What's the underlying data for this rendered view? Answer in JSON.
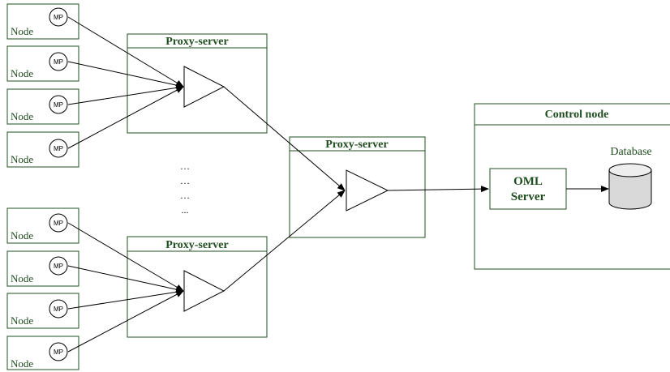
{
  "nodes": [
    {
      "label": "Node",
      "mp": "MP"
    },
    {
      "label": "Node",
      "mp": "MP"
    },
    {
      "label": "Node",
      "mp": "MP"
    },
    {
      "label": "Node",
      "mp": "MP"
    },
    {
      "label": "Node",
      "mp": "MP"
    },
    {
      "label": "Node",
      "mp": "MP"
    },
    {
      "label": "Node",
      "mp": "MP"
    },
    {
      "label": "Node",
      "mp": "MP"
    }
  ],
  "proxies": {
    "top": {
      "title": "Proxy-server"
    },
    "middle": {
      "title": "Proxy-server"
    },
    "bottom": {
      "title": "Proxy-server"
    }
  },
  "control": {
    "title": "Control node",
    "oml_line1": "OML",
    "oml_line2": "Server",
    "database": "Database"
  },
  "ellipsis": [
    "…",
    "…",
    "…",
    "..."
  ]
}
